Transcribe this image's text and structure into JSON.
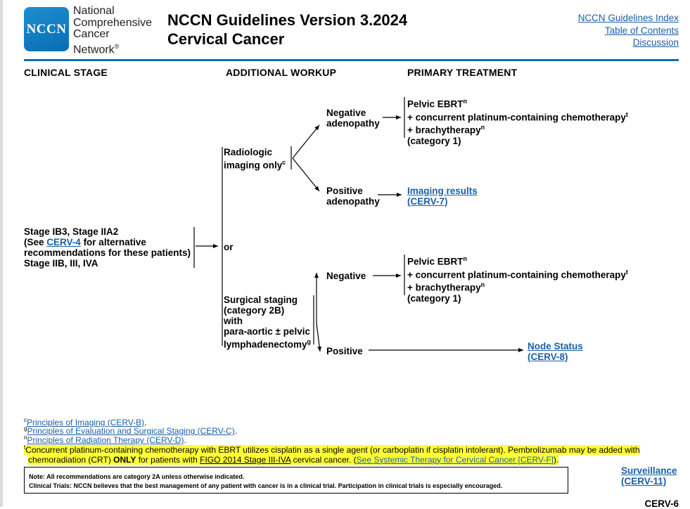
{
  "header": {
    "logo_abbrev": "NCCN",
    "org_line1": "National",
    "org_line2": "Comprehensive",
    "org_line3": "Cancer",
    "org_line4": "Network",
    "org_reg": "®",
    "title_line1": "NCCN Guidelines Version 3.2024",
    "title_line2": "Cervical Cancer",
    "links": {
      "index": "NCCN Guidelines Index",
      "toc": "Table of Contents",
      "discussion": "Discussion"
    }
  },
  "columns": {
    "stage": "CLINICAL STAGE",
    "workup": "ADDITIONAL WORKUP",
    "treatment": "PRIMARY TREATMENT"
  },
  "stage_box": {
    "line1": "Stage IB3, Stage IIA2",
    "line2_pre": "(See ",
    "line2_link": "CERV-4",
    "line2_post": " for alternative",
    "line3": "recommendations for these patients)",
    "line4": "Stage IIB, III, IVA"
  },
  "or_label": "or",
  "radiologic": {
    "line1": "Radiologic",
    "line2": "imaging only",
    "sup": "c"
  },
  "surgical": {
    "line1": "Surgical staging",
    "line2": "(category 2B)",
    "line3": "with",
    "line4": "para-aortic ± pelvic",
    "line5": "lymphadenectomy",
    "sup": "g"
  },
  "neg_adeno": {
    "line1": "Negative",
    "line2": "adenopathy"
  },
  "pos_adeno": {
    "line1": "Positive",
    "line2": "adenopathy"
  },
  "negative": "Negative",
  "positive": "Positive",
  "treatment1": {
    "l1": "Pelvic EBRT",
    "l1_sup": "n",
    "l2": "+ concurrent platinum-containing chemotherapy",
    "l2_sup": "t",
    "l3": "+ brachytherapy",
    "l3_sup": "n",
    "l4": "(category 1)"
  },
  "treatment2": {
    "l1": "Pelvic EBRT",
    "l1_sup": "n",
    "l2": "+ concurrent platinum-containing chemotherapy",
    "l2_sup": "t",
    "l3": "+ brachytherapy",
    "l3_sup": "n",
    "l4": "(category 1)"
  },
  "imaging_results": {
    "line1": "Imaging results",
    "line2": "(CERV-7)"
  },
  "node_status": {
    "line1": "Node Status",
    "line2": "(CERV-8)"
  },
  "footnotes": {
    "c": {
      "mark": "c",
      "text": "Principles of Imaging (CERV-B)"
    },
    "g": {
      "mark": "g",
      "text": "Principles of Evaluation and Surgical Staging (CERV-C)"
    },
    "n": {
      "mark": "n",
      "text": "Principles of Radiation Therapy (CERV-D)"
    },
    "t": {
      "mark": "t",
      "line1": "Concurrent platinum-containing chemotherapy with EBRT utilizes cisplatin as a single agent (or carboplatin if cisplatin intolerant). Pembrolizumab may be added with",
      "line2_pre": "chemoradiation (CRT) ",
      "line2_bold": "ONLY",
      "line2_mid": " for patients with ",
      "line2_link": "FIGO 2014 Stage III-IVA",
      "line2_after": " cervical cancer. (",
      "line2_link2": "See Systemic Therapy for Cervical Cancer [CERV-F]",
      "line2_end": ")."
    }
  },
  "note": {
    "line1": "Note: All recommendations are category 2A unless otherwise indicated.",
    "line2": "Clinical Trials: NCCN believes that the best management of any patient with cancer is in a clinical trial. Participation in clinical trials is especially encouraged."
  },
  "surveillance": {
    "line1": "Surveillance",
    "line2": "(CERV-11)"
  },
  "page_id": "CERV-6"
}
